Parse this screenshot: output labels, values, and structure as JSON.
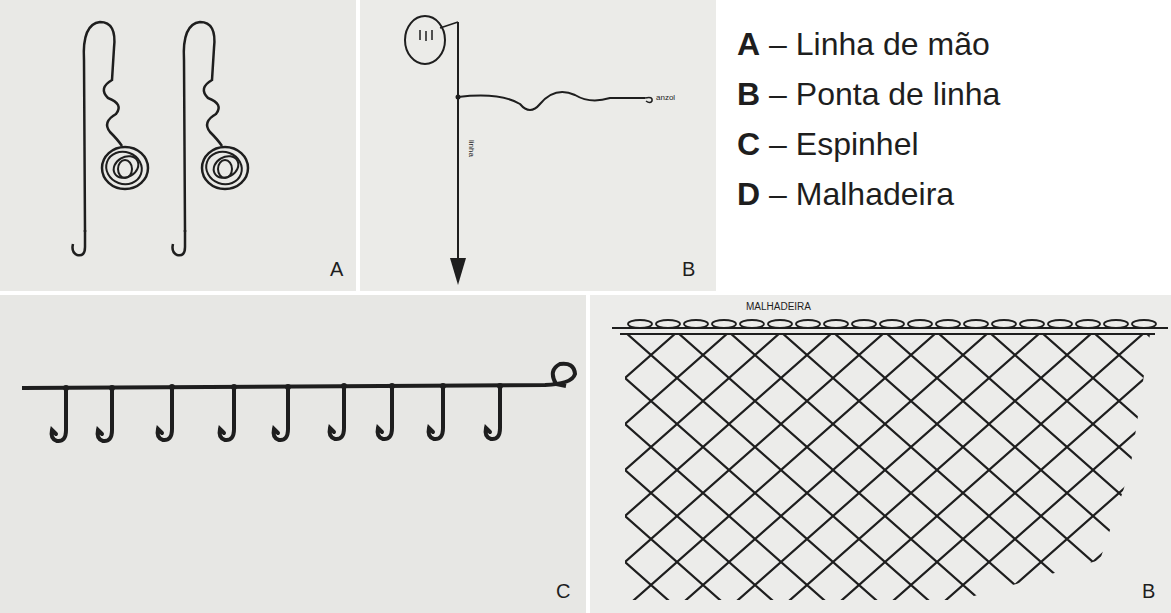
{
  "diagram": {
    "labels": [
      "A",
      "anzol",
      "linha",
      "B",
      "A",
      "– Linha de mão",
      "B",
      "– Ponta de linha",
      "C",
      "– Espinhel",
      "D",
      "– Malhadeira",
      "C",
      "MALHADEIRA",
      "B"
    ]
  }
}
